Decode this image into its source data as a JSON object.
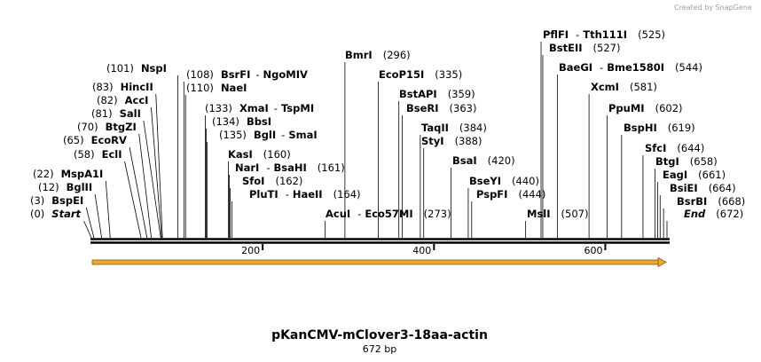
{
  "credit": "Created by SnapGene",
  "sequence": {
    "name": "pKanCMV-mClover3-18aa-actin",
    "length_label": "672 bp",
    "length": 672
  },
  "axis_ticks": [
    "200",
    "400",
    "600"
  ],
  "feature": {
    "color": "#f5a623",
    "outline": "#8a5a00"
  },
  "sites": [
    {
      "pos": "(0)",
      "bp": 0,
      "name": "Start",
      "italic": true
    },
    {
      "pos": "(3)",
      "bp": 3,
      "name": "BspEI"
    },
    {
      "pos": "(12)",
      "bp": 12,
      "name": "BglII"
    },
    {
      "pos": "(22)",
      "bp": 22,
      "name": "MspA1I"
    },
    {
      "pos": "(58)",
      "bp": 58,
      "name": "EclI"
    },
    {
      "pos": "(65)",
      "bp": 65,
      "name": "EcoRV"
    },
    {
      "pos": "(70)",
      "bp": 70,
      "name": "BtgZI"
    },
    {
      "pos": "(81)",
      "bp": 81,
      "name": "SalI"
    },
    {
      "pos": "(82)",
      "bp": 82,
      "name": "AccI"
    },
    {
      "pos": "(83)",
      "bp": 83,
      "name": "HincII"
    },
    {
      "pos": "(101)",
      "bp": 101,
      "name": "NspI"
    },
    {
      "pos": "(108)",
      "bp": 108,
      "name": "BsrFI",
      "partner": "NgoMIV"
    },
    {
      "pos": "(110)",
      "bp": 110,
      "name": "NaeI"
    },
    {
      "pos": "(133)",
      "bp": 133,
      "name": "XmaI",
      "partner": "TspMI"
    },
    {
      "pos": "(134)",
      "bp": 134,
      "name": "BbsI"
    },
    {
      "pos": "(135)",
      "bp": 135,
      "name": "BglI",
      "partner": "SmaI"
    },
    {
      "pos": "(160)",
      "bp": 160,
      "name": "KasI"
    },
    {
      "pos": "(161)",
      "bp": 161,
      "name": "NarI",
      "partner": "BsaHI"
    },
    {
      "pos": "(162)",
      "bp": 162,
      "name": "SfoI"
    },
    {
      "pos": "(164)",
      "bp": 164,
      "name": "PluTI",
      "partner": "HaeII"
    },
    {
      "pos": "(273)",
      "bp": 273,
      "name": "AcuI",
      "partner": "Eco57MI"
    },
    {
      "pos": "(296)",
      "bp": 296,
      "name": "BmrI"
    },
    {
      "pos": "(335)",
      "bp": 335,
      "name": "EcoP15I"
    },
    {
      "pos": "(359)",
      "bp": 359,
      "name": "BstAPI"
    },
    {
      "pos": "(363)",
      "bp": 363,
      "name": "BseRI"
    },
    {
      "pos": "(384)",
      "bp": 384,
      "name": "TaqII"
    },
    {
      "pos": "(388)",
      "bp": 388,
      "name": "StyI"
    },
    {
      "pos": "(420)",
      "bp": 420,
      "name": "BsaI"
    },
    {
      "pos": "(440)",
      "bp": 440,
      "name": "BseYI"
    },
    {
      "pos": "(444)",
      "bp": 444,
      "name": "PspFI"
    },
    {
      "pos": "(507)",
      "bp": 507,
      "name": "MslI"
    },
    {
      "pos": "(525)",
      "bp": 525,
      "name": "PflFI",
      "partner": "Tth111I"
    },
    {
      "pos": "(527)",
      "bp": 527,
      "name": "BstEII"
    },
    {
      "pos": "(544)",
      "bp": 544,
      "name": "BaeGI",
      "partner": "Bme1580I"
    },
    {
      "pos": "(581)",
      "bp": 581,
      "name": "XcmI"
    },
    {
      "pos": "(602)",
      "bp": 602,
      "name": "PpuMI"
    },
    {
      "pos": "(619)",
      "bp": 619,
      "name": "BspHI"
    },
    {
      "pos": "(644)",
      "bp": 644,
      "name": "SfcI"
    },
    {
      "pos": "(658)",
      "bp": 658,
      "name": "BtgI"
    },
    {
      "pos": "(661)",
      "bp": 661,
      "name": "EagI"
    },
    {
      "pos": "(664)",
      "bp": 664,
      "name": "BsiEI"
    },
    {
      "pos": "(668)",
      "bp": 668,
      "name": "BsrBI"
    },
    {
      "pos": "(672)",
      "bp": 672,
      "name": "End",
      "italic": true
    }
  ]
}
